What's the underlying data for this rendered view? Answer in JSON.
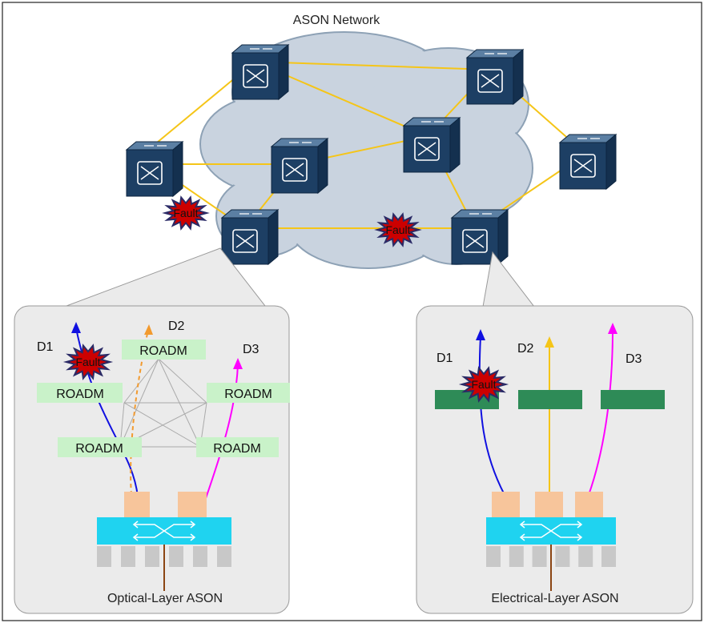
{
  "title": "ASON Network",
  "fault_label": "Fault",
  "optical_panel": {
    "caption": "Optical-Layer ASON",
    "demands": [
      "D1",
      "D2",
      "D3"
    ],
    "roadm_label": "ROADM"
  },
  "electrical_panel": {
    "caption": "Electrical-Layer ASON",
    "demands": [
      "D1",
      "D2",
      "D3"
    ]
  },
  "colors": {
    "link": "#f5c518",
    "cloud": "#c9d3df",
    "node_face": "#1d3f64",
    "panel": "#ebebeb",
    "roadm_box": "#c9f2c9",
    "board": "#2e8b57",
    "d1": "#1010e0",
    "d2": "#f5c518",
    "d2_optical": "#f29a2e",
    "d3": "#ff00ff",
    "fault_red": "#cc0000",
    "crossconnect": "#1fd3f0",
    "port": "#f7c59b"
  }
}
